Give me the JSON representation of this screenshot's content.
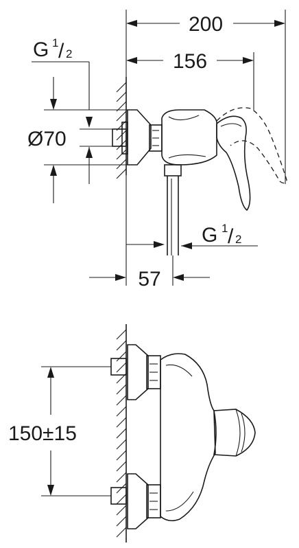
{
  "side_view": {
    "dim_overall_length": "200",
    "dim_handle_length": "156",
    "dim_diameter": "Ø70",
    "dim_outlet_offset": "57",
    "inlet_thread": {
      "prefix": "G",
      "num": "1",
      "den": "2"
    },
    "outlet_thread": {
      "prefix": "G",
      "num": "1",
      "den": "2"
    }
  },
  "front_view": {
    "dim_inlet_spacing": "150±15"
  }
}
